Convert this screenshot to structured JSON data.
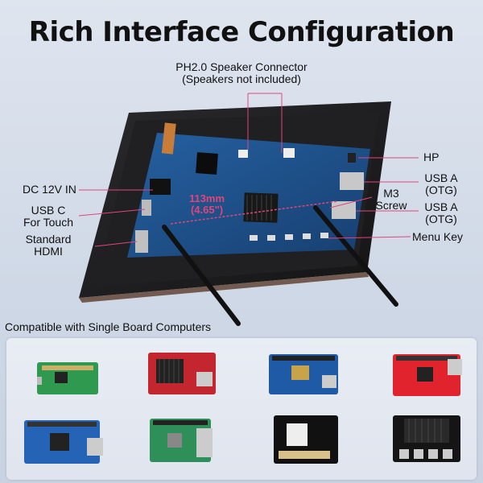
{
  "title": "Rich Interface Configuration",
  "callouts": {
    "speaker_line1": "PH2.0 Speaker Connector",
    "speaker_line2": "(Speakers not included)",
    "dc_in": "DC 12V IN",
    "usbc_line1": "USB C",
    "usbc_line2": "For Touch",
    "hdmi_line1": "Standard",
    "hdmi_line2": "HDMI",
    "hp": "HP",
    "usba1_line1": "USB A",
    "usba1_line2": "(OTG)",
    "m3_line1": "M3",
    "m3_line2": "Screw",
    "usba2_line1": "USB A",
    "usba2_line2": "(OTG)",
    "menu_key": "Menu Key",
    "dimension_mm": "113mm",
    "dimension_in": "(4.65\")"
  },
  "colors": {
    "callout_line": "#e0457a",
    "dimension_text": "#e0457a",
    "pcb_blue": "#1f4f86",
    "bezel": "#1b1b1d"
  },
  "compat": {
    "heading": "Compatible with Single Board Computers",
    "boards": [
      {
        "icon": "green-sbc-icon"
      },
      {
        "icon": "red-heatsink-sbc-icon"
      },
      {
        "icon": "blue-sbc-icon"
      },
      {
        "icon": "red-sbc-icon"
      },
      {
        "icon": "blue-large-sbc-icon"
      },
      {
        "icon": "green-large-sbc-icon"
      },
      {
        "icon": "black-sbc-icon"
      },
      {
        "icon": "black-module-sbc-icon"
      }
    ]
  }
}
